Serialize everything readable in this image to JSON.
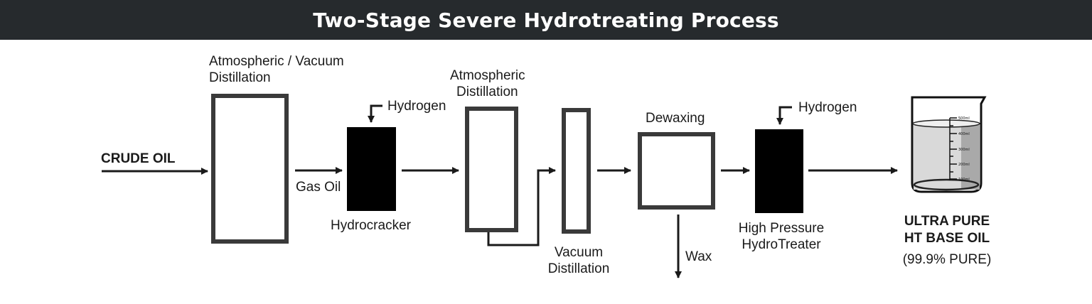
{
  "title": "Two-Stage Severe Hydrotreating Process",
  "colors": {
    "title_bar": "#262a2d",
    "title_text": "#ffffff",
    "ink": "#1a1a1a",
    "outline": "#3a3a3a"
  },
  "input": {
    "label": "CRUDE OIL"
  },
  "stages": {
    "atm_vac_distillation": {
      "line1": "Atmospheric / Vacuum",
      "line2": "Distillation"
    },
    "gas_oil": {
      "label": "Gas Oil"
    },
    "hydrocracker": {
      "label": "Hydrocracker",
      "feed": "Hydrogen"
    },
    "atm_distillation": {
      "line1": "Atmospheric",
      "line2": "Distillation"
    },
    "vacuum_distillation": {
      "line1": "Vacuum",
      "line2": "Distillation"
    },
    "dewaxing": {
      "label": "Dewaxing",
      "byproduct": "Wax"
    },
    "hydrotreater": {
      "line1": "High Pressure",
      "line2": "HydroTreater",
      "feed": "Hydrogen"
    }
  },
  "output": {
    "line1": "ULTRA PURE",
    "line2": "HT BASE OIL",
    "line3": "(99.9% PURE)",
    "beaker_icon": "beaker-icon",
    "beaker_marks": [
      "500ml",
      "400ml",
      "300ml",
      "200ml",
      "100ml"
    ]
  }
}
